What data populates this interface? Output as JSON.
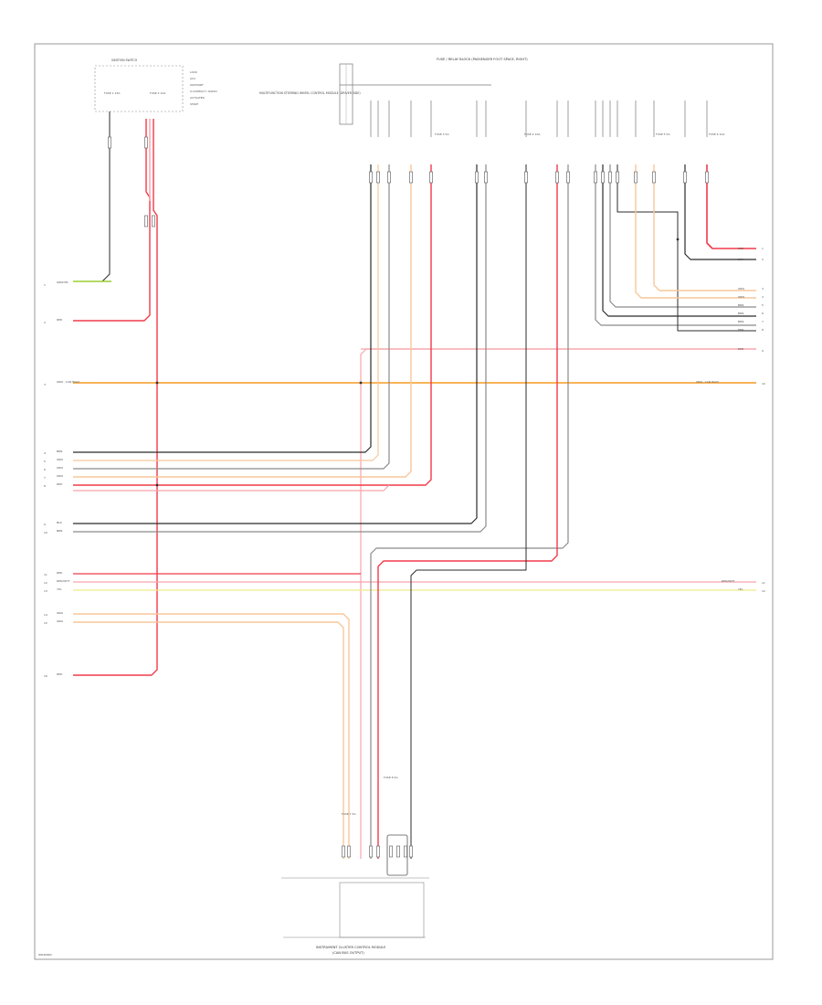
{
  "header": {
    "title": "FUSE / RELAY BLOCK (PASSENGER FOOT SPACE, RIGHT)",
    "connector_label": "MULTIFUNCTION STEERING WHEEL CONTROL MODULE (DRIVER SIDE)"
  },
  "ignition": {
    "title": "IGNITION SWITCH",
    "lines": [
      "LOCK",
      "ACC",
      "ON/START",
      "S-CONTACT / RADIO",
      "ACTUATED",
      "START"
    ]
  },
  "footer": {
    "module_title": "INSTRUMENT CLUSTER CONTROL MODULE",
    "module_subtitle": "(CAN BUS OUTPUT)",
    "code": "WD4086C"
  },
  "left_wires": [
    {
      "pin": "1",
      "label": "GRN/YEL"
    },
    {
      "pin": "2",
      "label": "RED"
    },
    {
      "pin": "3",
      "label": "ORN - CAN HIGH"
    },
    {
      "pin": "4",
      "label": "BRN"
    },
    {
      "pin": "5",
      "label": "ORN"
    },
    {
      "pin": "6",
      "label": "ORN"
    },
    {
      "pin": "7",
      "label": "ORN"
    },
    {
      "pin": "8",
      "label": "RED"
    },
    {
      "pin": "9",
      "label": "BLK"
    },
    {
      "pin": "10",
      "label": "BRN"
    },
    {
      "pin": "11",
      "label": "RED"
    },
    {
      "pin": "12",
      "label": "RED/WHT"
    },
    {
      "pin": "13",
      "label": "YEL"
    },
    {
      "pin": "14",
      "label": "ORN"
    },
    {
      "pin": "15",
      "label": "ORN"
    },
    {
      "pin": "16",
      "label": "RED"
    }
  ],
  "right_wires": [
    {
      "pin": "1",
      "label": "RED"
    },
    {
      "pin": "2",
      "label": "BRN"
    },
    {
      "pin": "3",
      "label": "ORN"
    },
    {
      "pin": "4",
      "label": "ORN"
    },
    {
      "pin": "5",
      "label": "BRN"
    },
    {
      "pin": "6",
      "label": "BRN"
    },
    {
      "pin": "7",
      "label": "BRN"
    },
    {
      "pin": "8",
      "label": "BRN"
    },
    {
      "pin": "9",
      "label": "RED"
    },
    {
      "pin": "10",
      "label": "ORN - CAN HIGH"
    },
    {
      "pin": "11",
      "label": "RED/WHT"
    },
    {
      "pin": "12",
      "label": "YEL"
    }
  ],
  "fuses": [
    "FUSE 1 15A",
    "FUSE 2 10A",
    "FUSE 3 5A",
    "FUSE 4 10A",
    "FUSE 5 5A",
    "FUSE 6 10A",
    "FUSE 7 5A",
    "FUSE 8 5A"
  ],
  "colors": {
    "red": "#f23a4a",
    "pink": "#f7a3ab",
    "orange": "#f59a22",
    "peach": "#f7c79a",
    "black": "#2b2b2b",
    "gray": "#8a8a8a",
    "yellow": "#efe98a",
    "green": "#9acd32",
    "frame": "#9a9a9a"
  }
}
